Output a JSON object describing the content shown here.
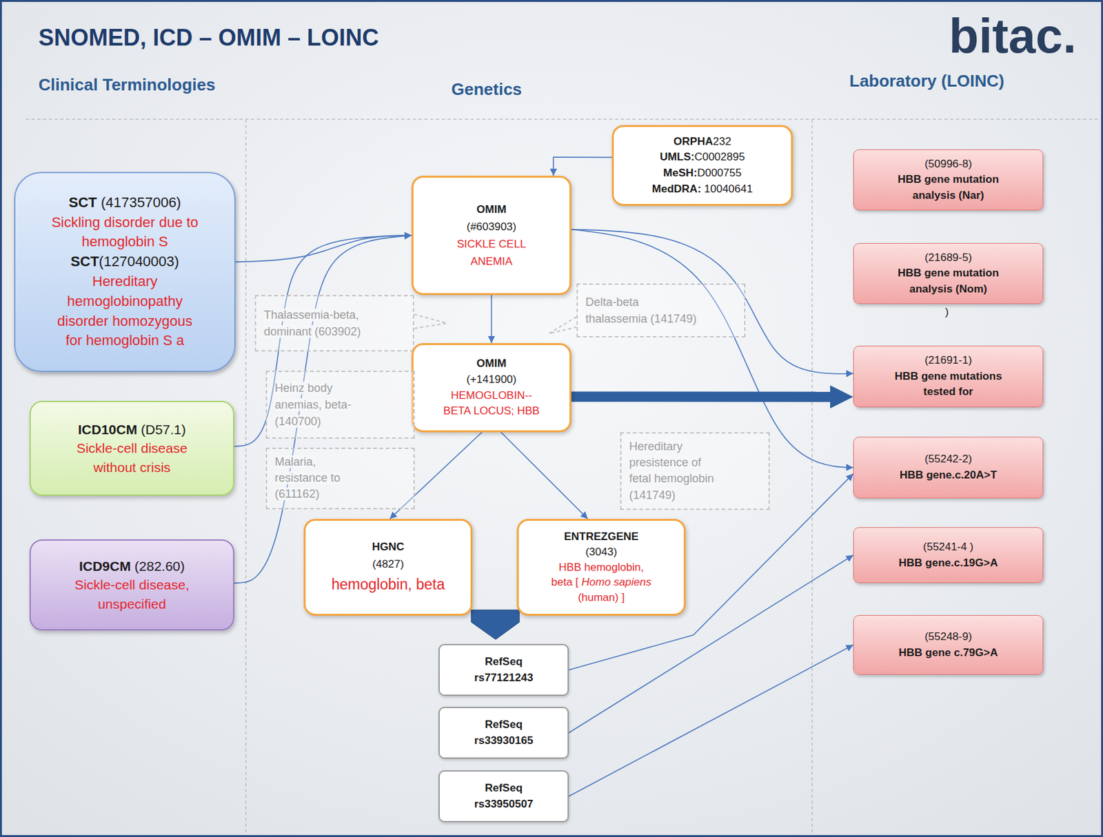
{
  "diagram": {
    "title": "SNOMED, ICD – OMIM – LOINC",
    "nodes": [
      {
        "text": [
          "SCT",
          "(417357006)",
          "Sickling disorder due to hemoglobin S",
          "SCT",
          "(127040003)",
          "Hereditary hemoglobinopathy disorder homozygous for hemoglobin S a"
        ]
      },
      {
        "text": [
          "ICD10CM",
          "(D57.1)",
          "Sickle-cell disease without crisis"
        ]
      },
      {
        "text": [
          "ICD9CM",
          "(282.60)",
          "Sickle-cell disease, unspecified"
        ]
      },
      {
        "text": [
          "ORPHA",
          "232",
          "UMLS:",
          "C0002895",
          "MeSH:",
          "D000755",
          "MedDRA:",
          "10040641"
        ]
      },
      {
        "text": [
          "OMIM",
          "(#603903)",
          "SICKLE CELL ANEMIA"
        ]
      },
      {
        "text": [
          "Thalassemia-beta, dominant (603902)"
        ]
      },
      {
        "text": [
          "Delta-beta thalassemia (141749)"
        ]
      },
      {
        "text": [
          "OMIM",
          "(+141900)",
          "HEMOGLOBIN-- BETA LOCUS; HBB"
        ]
      },
      {
        "text": [
          "Heinz body anemias, beta- (140700)"
        ]
      },
      {
        "text": [
          "Malaria, resistance to (611162)"
        ]
      },
      {
        "text": [
          "Hereditary presistence of fetal hemoglobin (141749)"
        ]
      },
      {
        "text": [
          "HGNC",
          "(4827)",
          "hemoglobin, beta"
        ]
      },
      {
        "text": [
          "ENTREZGENE",
          "(3043)",
          "HBB hemoglobin, beta [",
          "Homo sapiens",
          "(human) ]"
        ]
      },
      {
        "text": [
          "RefSeq",
          "rs77121243"
        ]
      },
      {
        "text": [
          "RefSeq",
          "rs33930165"
        ]
      },
      {
        "text": [
          "RefSeq",
          "rs33950507"
        ]
      },
      {
        "text": [
          "(50996-8)",
          "HBB gene mutation analysis (Nar)"
        ]
      },
      {
        "text": [
          "(21689-5)",
          "HBB gene mutation analysis (Nom)"
        ]
      },
      {
        "text": [
          "(21691-1)",
          "HBB gene mutations tested for"
        ]
      },
      {
        "text": [
          "(55242-2)",
          "HBB gene.c.20A>T"
        ]
      },
      {
        "text": [
          "(55241-4 )",
          "HBB gene.c.19G>A"
        ]
      },
      {
        "text": [
          "(55248-9)",
          "HBB gene c.79G>A"
        ]
      }
    ],
    "edges": [
      {
        "from": 0,
        "to": 4,
        "arrow": "to"
      },
      {
        "from": 1,
        "to": 4,
        "arrow": "to"
      },
      {
        "from": 2,
        "to": 4,
        "arrow": "to"
      },
      {
        "from": 3,
        "to": 4,
        "arrow": "to"
      },
      {
        "from": 4,
        "to": 7,
        "arrow": "to"
      },
      {
        "from": 4,
        "to": 18,
        "arrow": "to"
      },
      {
        "from": 4,
        "to": 19,
        "arrow": "to"
      },
      {
        "from": 7,
        "to": 18,
        "arrow": "to"
      },
      {
        "from": 7,
        "to": 11,
        "arrow": "to"
      },
      {
        "from": 7,
        "to": 12,
        "arrow": "to"
      },
      {
        "from": 13,
        "to": 19,
        "arrow": "to"
      },
      {
        "from": 14,
        "to": 20,
        "arrow": "to"
      },
      {
        "from": 15,
        "to": 21,
        "arrow": "to"
      }
    ],
    "labels": [
      "Clinical Terminologies",
      "Genetics",
      "Laboratory (LOINC)",
      "bitac.",
      ")"
    ]
  }
}
